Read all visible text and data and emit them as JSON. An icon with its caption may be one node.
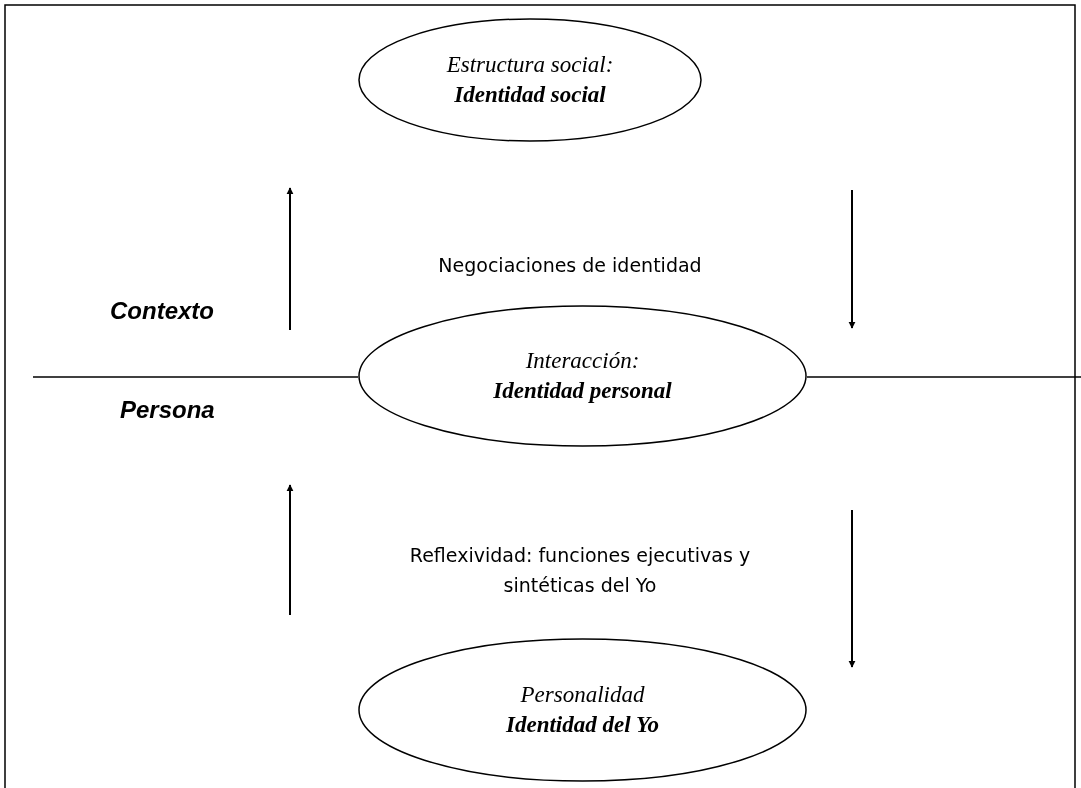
{
  "diagram": {
    "nodes": [
      {
        "text": [
          "Estructura social:",
          "Identidad social"
        ]
      },
      {
        "text": [
          "Interacción:",
          "Identidad personal"
        ]
      },
      {
        "text": [
          "Personalidad",
          "Identidad del Yo"
        ]
      }
    ],
    "labels": [
      "Negociaciones de identidad",
      "Contexto",
      "Persona",
      "Reflexividad: funciones ejecutivas y sintéticas del Yo"
    ]
  }
}
